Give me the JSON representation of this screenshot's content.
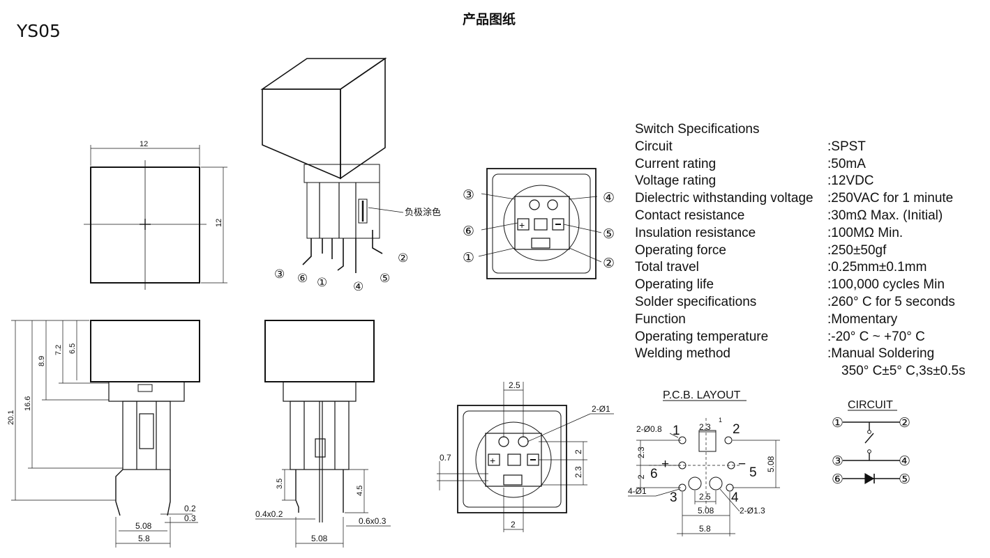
{
  "model": "YS05",
  "page_title": "产品图纸",
  "specs": {
    "heading": "Switch Specifications",
    "rows": [
      {
        "label": "Circuit",
        "value": ":SPST"
      },
      {
        "label": "Current rating",
        "value": ":50mA"
      },
      {
        "label": "Voltage rating",
        "value": ":12VDC"
      },
      {
        "label": "Dielectric withstanding voltage",
        "value": ":250VAC for 1 minute"
      },
      {
        "label": "Contact resistance",
        "value": ":30mΩ  Max. (Initial)"
      },
      {
        "label": "Insulation resistance",
        "value": ":100MΩ  Min."
      },
      {
        "label": "Operating force",
        "value": ":250±50gf"
      },
      {
        "label": "Total travel",
        "value": ":0.25mm±0.1mm"
      },
      {
        "label": "Operating life",
        "value": ":100,000 cycles Min"
      },
      {
        "label": "Solder specifications",
        "value": ":260° C for 5 seconds"
      },
      {
        "label": "Function",
        "value": ":Momentary"
      },
      {
        "label": "Operating temperature",
        "value": ":-20° C ~ +70° C"
      },
      {
        "label": "Welding method",
        "value": ":Manual Soldering"
      }
    ],
    "continuation": "350° C±5° C,3s±0.5s"
  },
  "top_view": {
    "width": "12",
    "height": "12"
  },
  "iso_view": {
    "note": "负极涂色",
    "pins": [
      "③",
      "⑥",
      "①",
      "④",
      "⑤",
      "②"
    ]
  },
  "bottom_view": {
    "pins": [
      "③",
      "④",
      "⑥",
      "⑤",
      "①",
      "②"
    ]
  },
  "side_view": {
    "heights": [
      "20.1",
      "16.6",
      "8.9",
      "7.2",
      "6.5"
    ],
    "pin_thickness": [
      "0.2",
      "0.3"
    ],
    "pitch": "5.08",
    "width": "5.8"
  },
  "front_view": {
    "pin_len_left": "3.5",
    "pin_len_right": "4.5",
    "pin_left": "0.4x0.2",
    "pin_right": "0.6x0.3",
    "pitch": "5.08"
  },
  "detail_view": {
    "top": "2.5",
    "hole": "2-Ø1",
    "left": "0.7",
    "right_a": "2",
    "right_b": "2.3",
    "bottom": "2"
  },
  "pcb_layout": {
    "title": "P.C.B. LAYOUT",
    "dims": {
      "top": "2.3",
      "tiny": "1",
      "hole_small": "2-Ø0.8",
      "left_a": "2.3",
      "left_b": "2",
      "right": "5.08",
      "hole_4": "4-Ø1",
      "mid": "2.5",
      "pitch": "5.08",
      "hole_big": "2-Ø1.3",
      "width": "5.8"
    },
    "pins": {
      "p1": "1",
      "p2": "2",
      "p3": "3",
      "p4": "4",
      "p5": "5",
      "p6": "6",
      "plus": "+",
      "minus": "−"
    }
  },
  "circuit": {
    "title": "CIRCUIT",
    "pins": [
      "①",
      "②",
      "③",
      "④",
      "⑥",
      "⑤"
    ]
  }
}
